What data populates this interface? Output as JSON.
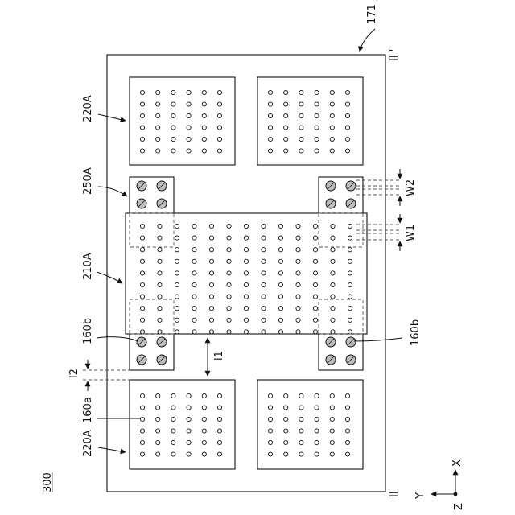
{
  "figure": {
    "ref_main": "300",
    "ref_substrate": "171",
    "section_start": "II",
    "section_end": "II '",
    "label_chip_top": "220A",
    "label_chip_bottom": "220A",
    "label_bridge_bumps": "250A",
    "label_bridge": "210A",
    "label_bump_left": "160b",
    "label_bump_right": "160b",
    "label_pad": "160a",
    "dim_l1": "l1",
    "dim_l2": "l2",
    "dim_w1": "W1",
    "dim_w2": "W2",
    "axis_x": "X",
    "axis_y": "Y",
    "axis_z": "Z"
  }
}
